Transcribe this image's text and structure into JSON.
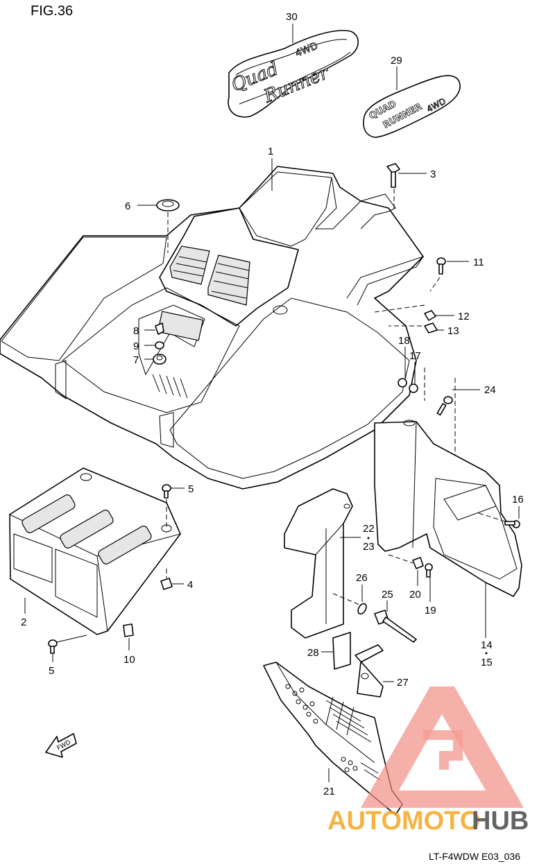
{
  "figure_label": "FIG.36",
  "drawing_code": "LT-F4WDW E03_036",
  "fwd_label": "FWD",
  "part_callouts": {
    "p1": "1",
    "p2": "2",
    "p3": "3",
    "p4": "4",
    "p5a": "5",
    "p5b": "5",
    "p6": "6",
    "p7": "7",
    "p8": "8",
    "p9": "9",
    "p10": "10",
    "p11": "11",
    "p12": "12",
    "p13": "13",
    "p14": "14",
    "p15": "15",
    "p16": "16",
    "p17": "17",
    "p18": "18",
    "p19": "19",
    "p20": "20",
    "p21": "21",
    "p22": "22",
    "p23": "23",
    "p24": "24",
    "p25": "25",
    "p26": "26",
    "p27": "27",
    "p28": "28",
    "p29": "29",
    "p30": "30"
  },
  "decal_30_text": [
    "Quad",
    "4WD",
    "Runner"
  ],
  "decal_29_text": [
    "QUAD",
    "RUNNER",
    "4WD"
  ],
  "watermark": {
    "text_a": "AUTOMOTO",
    "text_b": "HUB",
    "color_a": "#f5a623",
    "color_b": "#4a4a4a",
    "logo_color": "#f28b82"
  }
}
